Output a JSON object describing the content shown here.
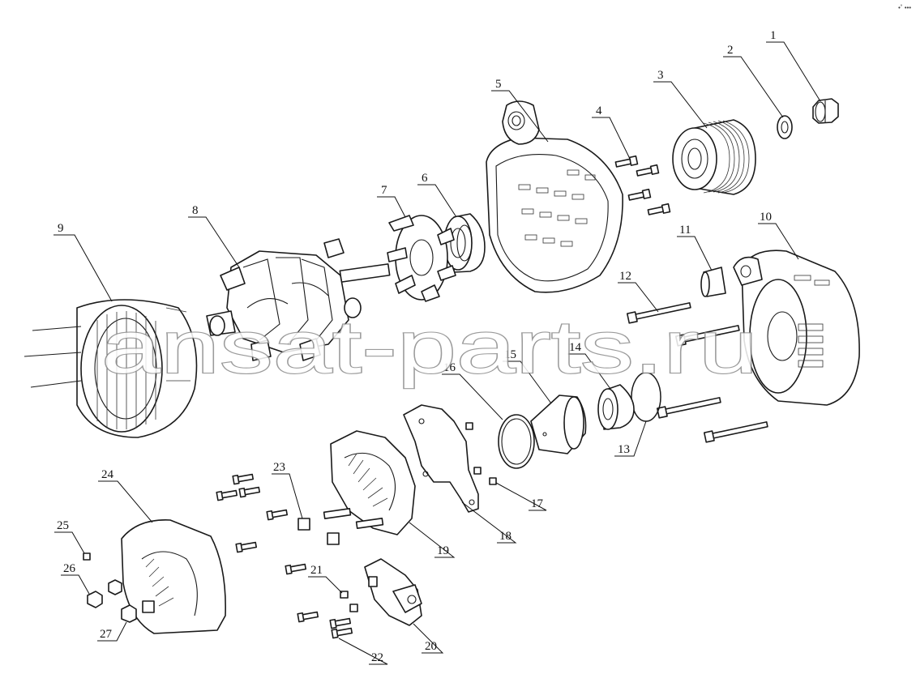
{
  "corner_mark": "•˚ •••",
  "watermark": "ansat-parts.ru",
  "callouts": [
    {
      "id": "1",
      "label": "1"
    },
    {
      "id": "2",
      "label": "2"
    },
    {
      "id": "3",
      "label": "3"
    },
    {
      "id": "4",
      "label": "4"
    },
    {
      "id": "5",
      "label": "5"
    },
    {
      "id": "6",
      "label": "6"
    },
    {
      "id": "7",
      "label": "7"
    },
    {
      "id": "8",
      "label": "8"
    },
    {
      "id": "9",
      "label": "9"
    },
    {
      "id": "10",
      "label": "10"
    },
    {
      "id": "11",
      "label": "11"
    },
    {
      "id": "12",
      "label": "12"
    },
    {
      "id": "13",
      "label": "13"
    },
    {
      "id": "14",
      "label": "14"
    },
    {
      "id": "15",
      "label": "15"
    },
    {
      "id": "16",
      "label": "16"
    },
    {
      "id": "17",
      "label": "17"
    },
    {
      "id": "18",
      "label": "18"
    },
    {
      "id": "19",
      "label": "19"
    },
    {
      "id": "20",
      "label": "20"
    },
    {
      "id": "21",
      "label": "21"
    },
    {
      "id": "22",
      "label": "22"
    },
    {
      "id": "23",
      "label": "23"
    },
    {
      "id": "24",
      "label": "24"
    },
    {
      "id": "25",
      "label": "25"
    },
    {
      "id": "26",
      "label": "26"
    },
    {
      "id": "27",
      "label": "27"
    }
  ]
}
